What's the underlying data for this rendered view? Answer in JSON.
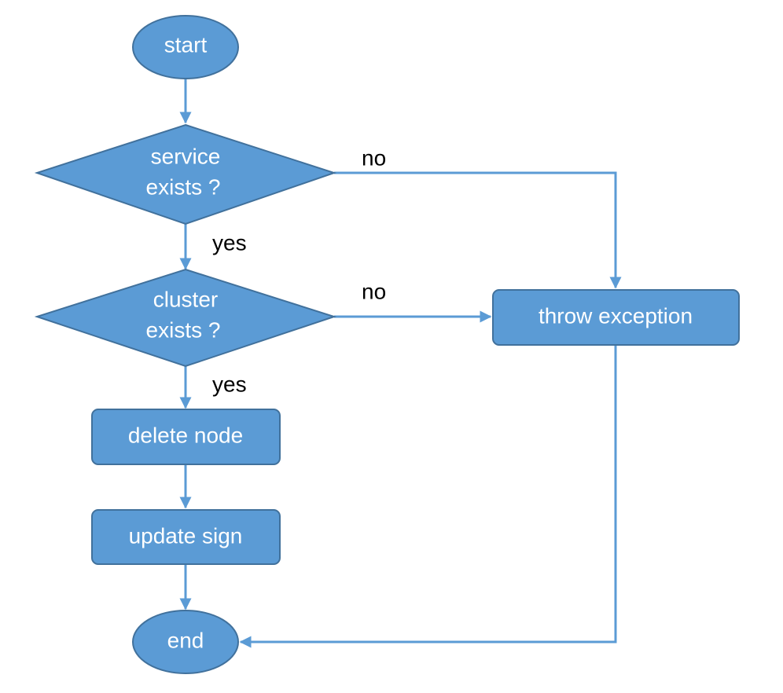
{
  "colors": {
    "node_fill": "#5b9bd5",
    "node_border": "#41719c",
    "connector": "#5b9bd5",
    "node_text": "#ffffff",
    "edge_label_text": "#000000"
  },
  "nodes": {
    "start": "start",
    "service_check": [
      "service",
      "exists ?"
    ],
    "cluster_check": [
      "cluster",
      "exists ?"
    ],
    "delete_node": "delete node",
    "update_sign": "update sign",
    "end": "end",
    "throw_exception": "throw exception"
  },
  "edge_labels": {
    "service_no": "no",
    "service_yes": "yes",
    "cluster_no": "no",
    "cluster_yes": "yes"
  }
}
